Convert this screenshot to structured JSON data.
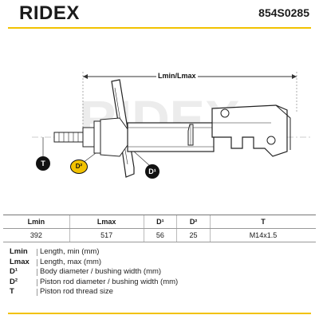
{
  "brand": {
    "name": "RIDEX"
  },
  "part_number": "854S0285",
  "drawing": {
    "dimension_label": "Lmin/Lmax",
    "watermark": "RIDEX",
    "callouts": {
      "thread": "T",
      "piston_rod": "D²",
      "body": "D¹"
    }
  },
  "spec_table": {
    "headers": [
      "Lmin",
      "Lmax",
      "D¹",
      "D²",
      "T"
    ],
    "values": [
      "392",
      "517",
      "56",
      "25",
      "M14x1.5"
    ]
  },
  "legend": [
    {
      "abbr": "Lmin",
      "desc": "Length, min (mm)"
    },
    {
      "abbr": "Lmax",
      "desc": "Length, max (mm)"
    },
    {
      "abbr": "D¹",
      "desc": "Body diameter / bushing width (mm)"
    },
    {
      "abbr": "D²",
      "desc": "Piston rod diameter / bushing width (mm)"
    },
    {
      "abbr": "T",
      "desc": "Piston rod thread size"
    }
  ],
  "colors": {
    "accent": "#f2c200",
    "ink": "#1b1b1b"
  }
}
